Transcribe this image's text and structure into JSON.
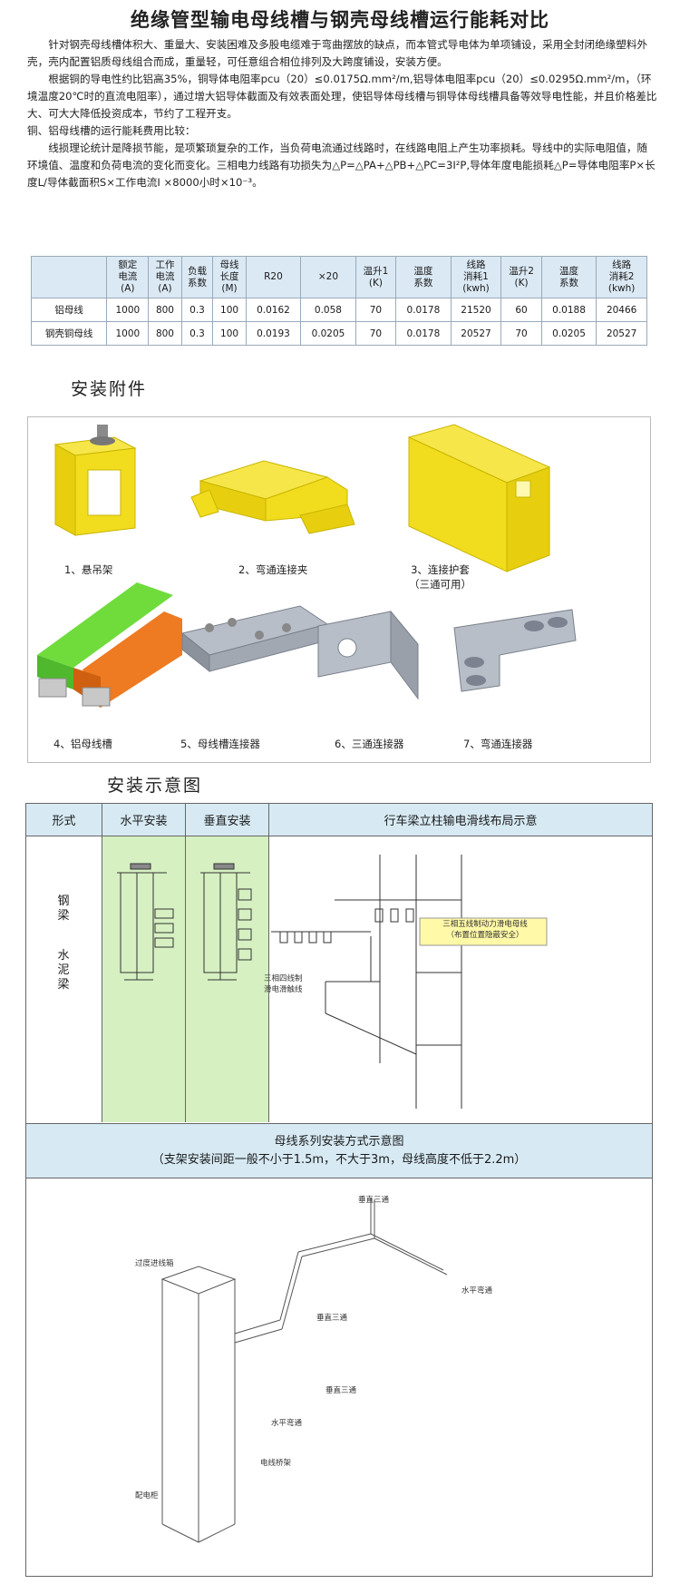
{
  "title": "绝缘管型输电母线槽与钢壳母线槽运行能耗对比",
  "intro": {
    "p1": "针对钢壳母线槽体积大、重量大、安装困难及多股电缆难于弯曲摆放的缺点，而本管式导电体为单项铺设，采用全封闭绝缘塑料外壳，壳内配置铝质母线组合而成，重量轻，可任意组合相位排列及大跨度铺设，安装方便。",
    "p2": "根据铜的导电性约比铝高35%，铜导体电阻率pcu（20）≤0.0175Ω.mm²/m,铝导体电阻率pcu（20）≤0.0295Ω.mm²/m，（环境温度20℃时的直流电阻率），通过增大铝导体截面及有效表面处理，使铝导体母线槽与铜导体母线槽具备等效导电性能，并且价格差比大、可大大降低投资成本，节约了工程开支。",
    "p3": "铜、铝母线槽的运行能耗费用比较：",
    "p4": "线损理论统计是降损节能，是项繁琐复杂的工作，当负荷电流通过线路时，在线路电阻上产生功率损耗。导线中的实际电阻值，随环境值、温度和负荷电流的变化而变化。三相电力线路有功损失为△P=△PA+△PB+△PC=3I²P,导体年度电能损耗△P=导体电阻率P×长度L/导体截面积S×工作电流I ×8000小时×10⁻³。"
  },
  "table": {
    "headers": [
      "",
      "额定\n电流\n(A)",
      "工作\n电流\n(A)",
      "负载\n系数",
      "母线\n长度\n(M)",
      "R20",
      "×20",
      "温升1\n(K)",
      "温度\n系数",
      "线路\n消耗1\n(kwh)",
      "温升2\n(K)",
      "温度\n系数",
      "线路\n消耗2\n(kwh)"
    ],
    "rows": [
      [
        "铝母线",
        "1000",
        "800",
        "0.3",
        "100",
        "0.0162",
        "0.058",
        "70",
        "0.0178",
        "21520",
        "60",
        "0.0188",
        "20466"
      ],
      [
        "钢壳铜母线",
        "1000",
        "800",
        "0.3",
        "100",
        "0.0193",
        "0.0205",
        "70",
        "0.0178",
        "20527",
        "70",
        "0.0205",
        "20527"
      ]
    ]
  },
  "accessories": {
    "section_title": "安装附件",
    "items": [
      {
        "label": "1、悬吊架"
      },
      {
        "label": "2、弯通连接夹"
      },
      {
        "label": "3、连接护套\n（三通可用）"
      },
      {
        "label": "4、铝母线槽"
      },
      {
        "label": "5、母线槽连接器"
      },
      {
        "label": "6、三通连接器"
      },
      {
        "label": "7、弯通连接器"
      }
    ]
  },
  "install": {
    "section_title": "安装示意图",
    "headers": {
      "form": "形式",
      "horizontal": "水平安装",
      "vertical": "垂直安装",
      "layout": "行车梁立柱输电滑线布局示意"
    },
    "row_labels": {
      "steel": "钢\n梁",
      "concrete": "水\n泥\n梁"
    },
    "layout_labels": {
      "note1": "三相五线制动力滑电母线\n（布置位置隐蔽安全）",
      "note2": "三相四线制\n滑电滑触线"
    },
    "caption_line1": "母线系列安装方式示意图",
    "caption_line2": "（支架安装间距一般不小于1.5m，不大于3m，母线高度不低于2.2m）",
    "diagram_labels": {
      "a": "垂直三通",
      "b": "水平弯通",
      "c": "垂直三通",
      "d": "过度进线箱",
      "e": "垂直三通",
      "f": "水平弯通",
      "g": "电线桥架",
      "h": "配电柜"
    }
  },
  "colors": {
    "header_blue": "#d7eaf4",
    "green_band": "#d6f0c2",
    "yellow_part": "#f2dc1e",
    "green_part": "#6fdc3c",
    "orange_part": "#ee7a22"
  }
}
